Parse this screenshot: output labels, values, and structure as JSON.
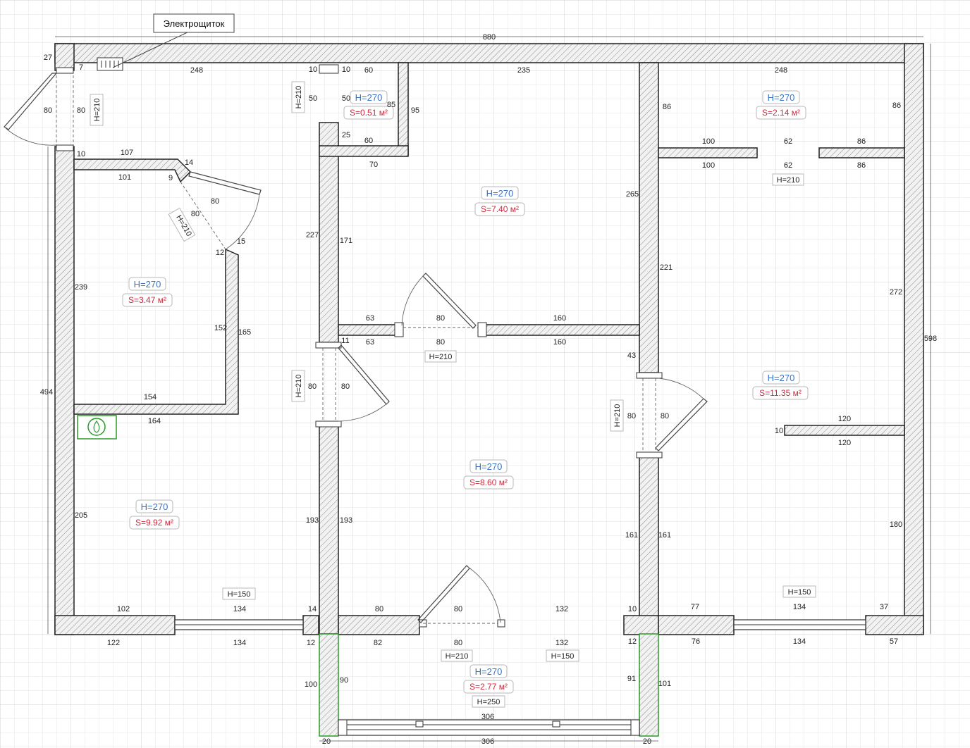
{
  "annotations": {
    "panel_label": "Электрощиток"
  },
  "rooms": [
    {
      "id": "hall",
      "h": "H=270",
      "s": "S=9.92 м²"
    },
    {
      "id": "storage",
      "h": "H=270",
      "s": "S=3.47 м²"
    },
    {
      "id": "wc",
      "h": "H=270",
      "s": "S=0.51 м²"
    },
    {
      "id": "kitchen",
      "h": "H=270",
      "s": "S=7.40 м²"
    },
    {
      "id": "small",
      "h": "H=270",
      "s": "S=2.14 м²"
    },
    {
      "id": "bedroom",
      "h": "H=270",
      "s": "S=11.35 м²"
    },
    {
      "id": "living",
      "h": "H=270",
      "s": "S=8.60 м²"
    },
    {
      "id": "balcony",
      "h": "H=270",
      "s": "S=2.77 м²"
    }
  ],
  "tags": {
    "entry_door": "H=210",
    "storage_door": "H=210",
    "hall_top_door": "H=210",
    "hall_living_door": "H=210",
    "kitchen_door": "H=210",
    "bedroom_door": "H=210",
    "small_room_door": "H=210",
    "hall_window": "H=150",
    "bedroom_window": "H=150",
    "balcony_door": "H=210",
    "balcony_window": "H=150",
    "balcony_glazing": "H=250"
  },
  "dimensions": {
    "overall_width": "880",
    "overall_height": "598",
    "left_height": "494",
    "d27": "27",
    "d7": "7",
    "d80a": "80",
    "d80b": "80",
    "d10a": "10",
    "d248a": "248",
    "d10b": "10",
    "d50a": "50",
    "d10c": "10",
    "d60a": "60",
    "d50b": "50",
    "d85": "85",
    "d25": "25",
    "d60b": "60",
    "d235": "235",
    "d95": "95",
    "d70": "70",
    "d265": "265",
    "d171": "171",
    "d227": "227",
    "d248b": "248",
    "d86a": "86",
    "d86b": "86",
    "d100a": "100",
    "d62a": "62",
    "d86c": "86",
    "d100b": "100",
    "d62b": "62",
    "d86d": "86",
    "d107": "107",
    "d14": "14",
    "d101": "101",
    "d9": "9",
    "d80c": "80",
    "d80d": "80",
    "d12": "12",
    "d15": "15",
    "d239": "239",
    "d152": "152",
    "d165": "165",
    "d154": "154",
    "d164": "164",
    "d205": "205",
    "d63a": "63",
    "d80e": "80",
    "d160a": "160",
    "d11": "11",
    "d63b": "63",
    "d80f": "80",
    "d160b": "160",
    "d80g": "80",
    "d80h": "80",
    "d43": "43",
    "d80i": "80",
    "d80j": "80",
    "d221": "221",
    "d272": "272",
    "d120a": "120",
    "d10d": "10",
    "d120b": "120",
    "d180": "180",
    "d193a": "193",
    "d193b": "193",
    "d161a": "161",
    "d161b": "161",
    "d102": "102",
    "d134a": "134",
    "d14b": "14",
    "d80k": "80",
    "d80l": "80",
    "d132a": "132",
    "d10e": "10",
    "d77": "77",
    "d134b": "134",
    "d37": "37",
    "d122": "122",
    "d134c": "134",
    "d12b": "12",
    "d82": "82",
    "d80m": "80",
    "d132b": "132",
    "d12c": "12",
    "d76": "76",
    "d134d": "134",
    "d57": "57",
    "d100c": "100",
    "d90": "90",
    "d91": "91",
    "d101b": "101",
    "d306a": "306",
    "d306b": "306",
    "d20a": "20",
    "d20b": "20"
  }
}
